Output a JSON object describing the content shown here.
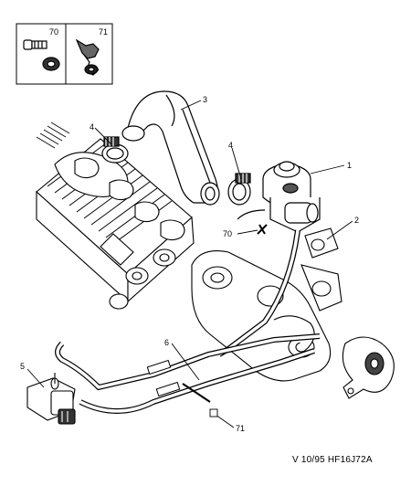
{
  "legend": {
    "ref_a": "70",
    "ref_b": "71"
  },
  "callouts": {
    "c1": "1",
    "c2": "2",
    "c3": "3",
    "c4a": "4",
    "c4b": "4",
    "c5": "5",
    "c6": "6",
    "c70": "70",
    "c71": "71"
  },
  "drawing_ref": "V 10/95 HF16J72A"
}
